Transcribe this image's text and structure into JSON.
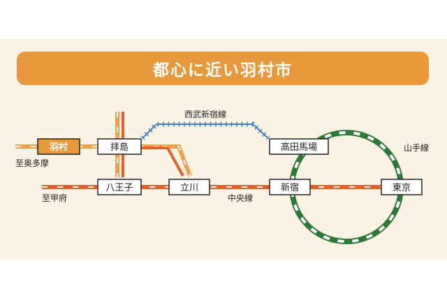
{
  "title": "都心に近い羽村市",
  "lines": {
    "seibu_shinjuku": "西武新宿線",
    "chuo": "中央線",
    "yamanote": "山手線"
  },
  "directions": {
    "okutama": "至奥多摩",
    "kofu": "至甲府"
  },
  "stations": {
    "hamura": "羽村",
    "haijima": "拝島",
    "hachioji": "八王子",
    "tachikawa": "立川",
    "takadanobaba": "高田馬場",
    "shinjuku": "新宿",
    "tokyo": "東京"
  },
  "colors": {
    "title_bg": "#e8993b",
    "slide_bg": "#fbf3e3",
    "chuo_line": "#e0622a",
    "ome_line": "#f0a04b",
    "seibu_line": "#3a7fc0",
    "yamanote_line": "#2d7a38",
    "hamura_box": "#e8993b"
  }
}
